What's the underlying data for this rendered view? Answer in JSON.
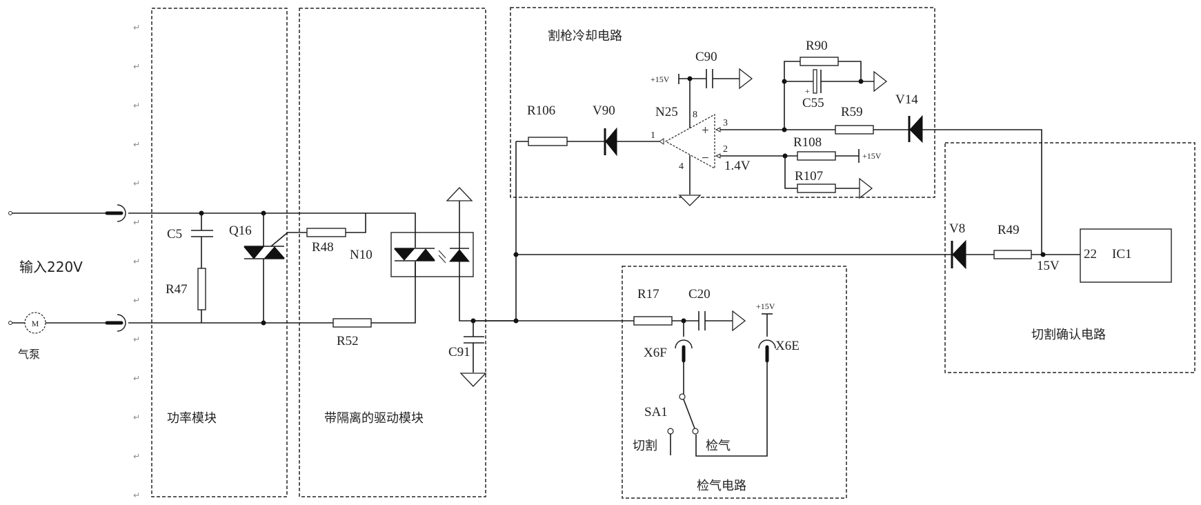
{
  "diagram": {
    "modules": {
      "power": "功率模块",
      "driver": "带隔离的驱动模块",
      "cooling": "割枪冷却电路",
      "gas_check": "检气电路",
      "cut_confirm": "切割确认电路"
    },
    "input_label": "输入220V",
    "motor": {
      "symbol": "M",
      "label": "气泵"
    },
    "components": {
      "C5": "C5",
      "R47": "R47",
      "Q16": "Q16",
      "R48": "R48",
      "N10": "N10",
      "R52": "R52",
      "C91": "C91",
      "R106": "R106",
      "V90": "V90",
      "N25": "N25",
      "C90": "C90",
      "R90": "R90",
      "C55": "C55",
      "R59": "R59",
      "V14": "V14",
      "R108": "R108",
      "R107": "R107",
      "V8": "V8",
      "R49": "R49",
      "IC1": "IC1",
      "R17": "R17",
      "C20": "C20",
      "X6F": "X6F",
      "X6E": "X6E",
      "SA1": "SA1"
    },
    "pins": {
      "n25_out": "1",
      "n25_vcc": "8",
      "n25_gnd": "4",
      "n25_plus_pin": "3",
      "n25_minus_pin": "2",
      "plus_sign": "+",
      "minus_sign": "−",
      "c55_plus": "+",
      "ic1_pin": "22"
    },
    "voltages": {
      "v15_c90": "+15V",
      "v15_r108": "+15V",
      "v15_x6e": "+15V",
      "n25_minus": "1.4V",
      "ic1_node": "15V"
    },
    "switch_positions": {
      "cut": "切割",
      "gas_check": "检气"
    },
    "return_mark": "↵",
    "return_mark_count": 13
  }
}
